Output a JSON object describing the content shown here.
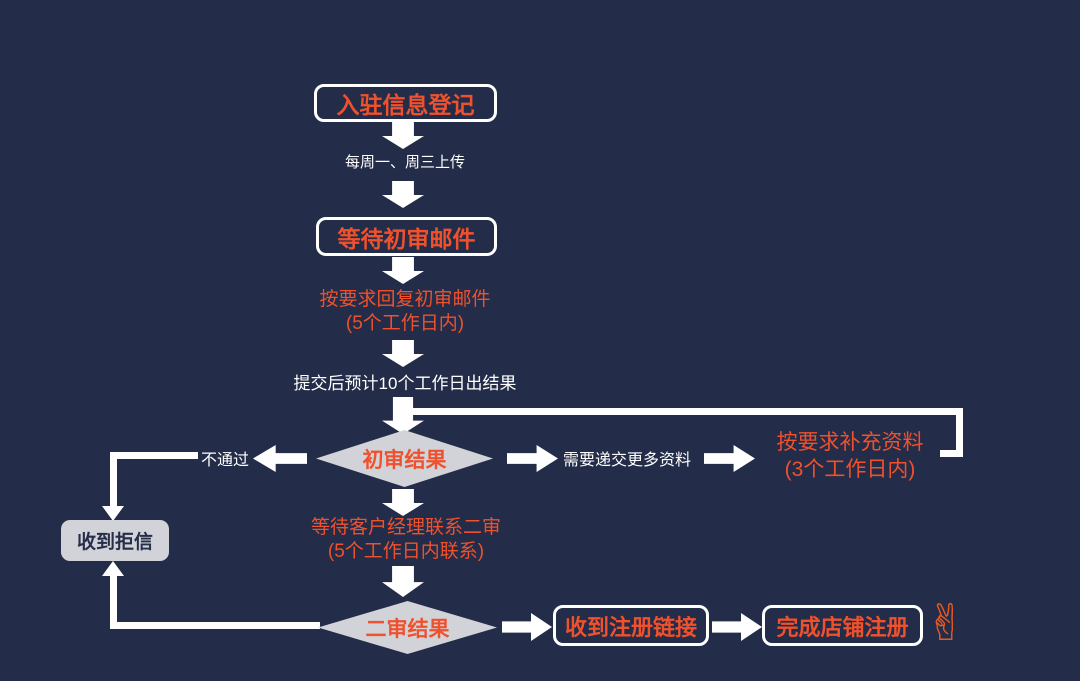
{
  "colors": {
    "bg": "#232C48",
    "white": "#FFFFFF",
    "orange": "#F0512D",
    "gray": "#D2D3D9",
    "dark": "#262E49",
    "hand": "#E8581F"
  },
  "nodes": {
    "step1": {
      "label": "入驻信息登记"
    },
    "upload_note": {
      "label": "每周一、周三上传"
    },
    "step2": {
      "label": "等待初审邮件"
    },
    "reply_note": {
      "line1": "按要求回复初审邮件",
      "line2": "(5个工作日内)"
    },
    "result_note": {
      "label": "提交后预计10个工作日出结果"
    },
    "decision_first_review": {
      "label": "初审结果"
    },
    "fail_label": {
      "label": "不通过"
    },
    "reject_letter": {
      "label": "收到拒信"
    },
    "more_docs_label": {
      "label": "需要递交更多资料"
    },
    "supplement": {
      "line1": "按要求补充资料",
      "line2": "(3个工作日内)"
    },
    "second_review_note": {
      "line1": "等待客户经理联系二审",
      "line2": "(5个工作日内联系)"
    },
    "decision_second_review": {
      "label": "二审结果"
    },
    "registration_link": {
      "label": "收到注册链接"
    },
    "complete_registration": {
      "label": "完成店铺注册"
    }
  },
  "icons": {
    "victory_hand": "✌"
  }
}
